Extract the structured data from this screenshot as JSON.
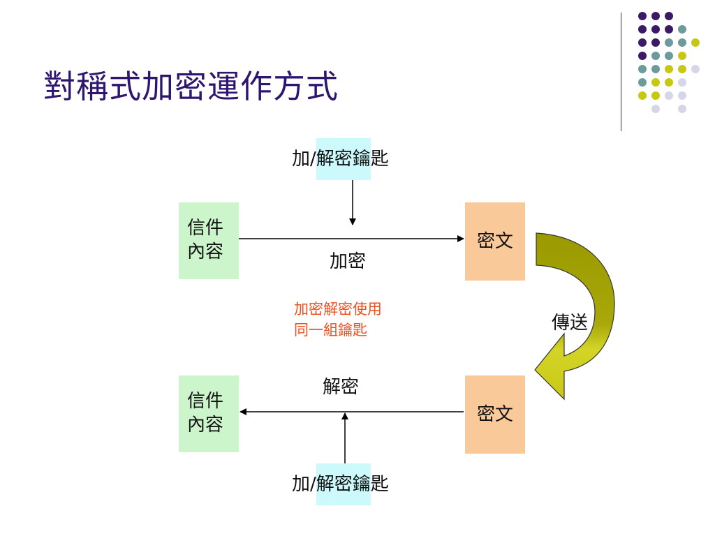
{
  "slide": {
    "title": "對稱式加密運作方式"
  },
  "diagram": {
    "top_key": {
      "prefix": "加/",
      "highlight": "解密鑰",
      "suffix": "匙"
    },
    "bottom_key": {
      "prefix": "加/",
      "highlight": "解密鑰",
      "suffix": "匙"
    },
    "top_letter": {
      "line1": "信件",
      "line2": "內容"
    },
    "bottom_letter": {
      "line1": "信件",
      "line2": "內容"
    },
    "top_cipher": "密文",
    "bottom_cipher": "密文",
    "encrypt_label": "加密",
    "decrypt_label": "解密",
    "transmit_label": "傳送",
    "note": {
      "line1": "加密解密使用",
      "line2": "同一組鑰匙"
    }
  },
  "colors": {
    "title": "#2e1570",
    "letter_box": "#ccf5cc",
    "cipher_box": "#f9c99a",
    "key_highlight": "#ccf9fb",
    "note_text": "#f05020",
    "transmit_arrow_dark": "#9a9a00",
    "transmit_arrow_light": "#d4d428"
  }
}
